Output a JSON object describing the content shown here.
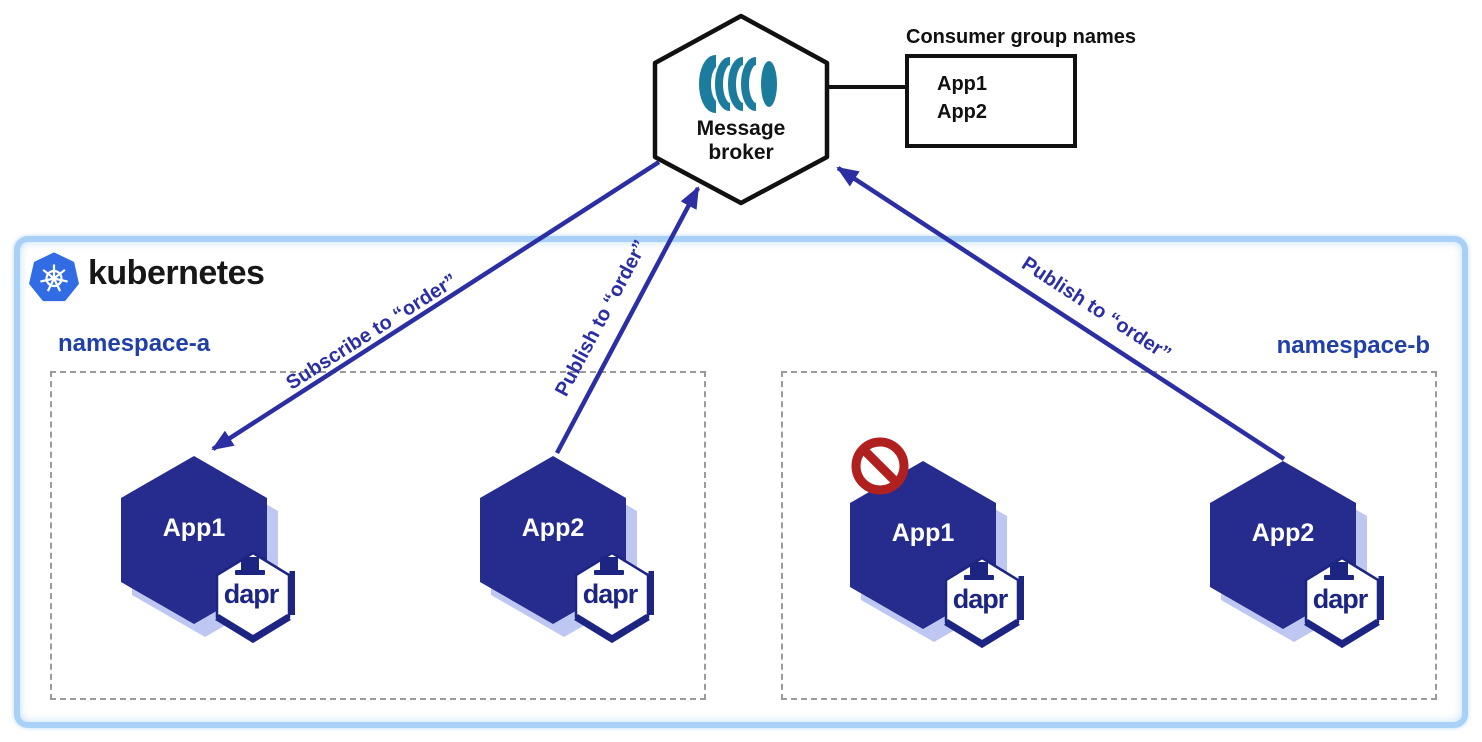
{
  "broker": {
    "label": "Message broker",
    "icon": "message-queue-icon"
  },
  "consumer_group": {
    "title": "Consumer group names",
    "items": [
      "App1",
      "App2"
    ]
  },
  "kubernetes": {
    "label": "kubernetes"
  },
  "namespaces": [
    {
      "name": "namespace-a",
      "apps": [
        {
          "label": "App1",
          "dapr": true,
          "blocked": false
        },
        {
          "label": "App2",
          "dapr": true,
          "blocked": false
        }
      ]
    },
    {
      "name": "namespace-b",
      "apps": [
        {
          "label": "App1",
          "dapr": true,
          "blocked": true
        },
        {
          "label": "App2",
          "dapr": true,
          "blocked": false
        }
      ]
    }
  ],
  "arrows": [
    {
      "label": "Subscribe to “order”",
      "from": "Message broker",
      "to": "App1 (namespace-a)"
    },
    {
      "label": "Publish to “order”",
      "from": "App2 (namespace-a)",
      "to": "Message broker"
    },
    {
      "label": "Publish to “order”",
      "from": "App2 (namespace-b)",
      "to": "Message broker"
    }
  ],
  "dapr_label": "dapr",
  "colors": {
    "arrow_navy": "#2b2fa3",
    "app_hexagon": "#262b8e",
    "app_shadow": "#bdc7f1",
    "dapr_navy": "#1d2583",
    "namespace_label": "#2040a8",
    "queue_teal": "#1b7c9e",
    "prohibition_red": "#b0201e",
    "kubernetes_blue": "#326ce5",
    "cluster_border": "#a9d1f7",
    "outline_black": "#111111"
  }
}
